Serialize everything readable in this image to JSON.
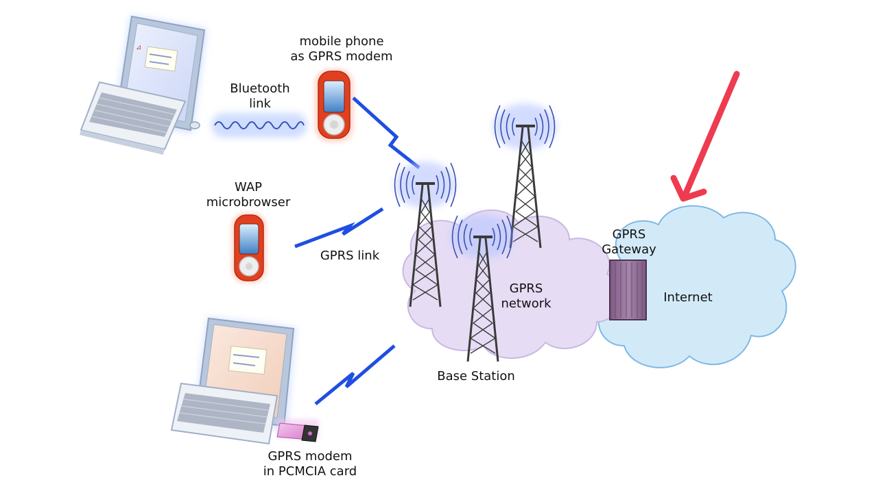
{
  "labels": {
    "mobile_phone_line1": "mobile phone",
    "mobile_phone_line2": "as GPRS modem",
    "bluetooth_line1": "Bluetooth",
    "bluetooth_line2": "link",
    "wap_line1": "WAP",
    "wap_line2": "microbrowser",
    "gprs_link": "GPRS link",
    "gprs_network_line1": "GPRS",
    "gprs_network_line2": "network",
    "base_station": "Base Station",
    "gateway_line1": "GPRS",
    "gateway_line2": "Gateway",
    "internet": "Internet",
    "pcmcia_line1": "GPRS modem",
    "pcmcia_line2": "in PCMCIA card"
  },
  "colors": {
    "radio_link": "#1f4fe0",
    "phone_body": "#e0401f",
    "gprs_cloud": "#e6dcf4",
    "internet_cloud": "#d2eaf8",
    "gateway": "#8e6a93",
    "tower": "#3a3a3a",
    "pointer_arrow": "#ee3b4f",
    "laptop_frame": "#9fb0c8"
  },
  "icons": [
    "laptop-icon",
    "phone-icon",
    "tower-icon",
    "cloud-icon",
    "gateway-icon",
    "pcmcia-card-icon",
    "arrow-icon"
  ]
}
